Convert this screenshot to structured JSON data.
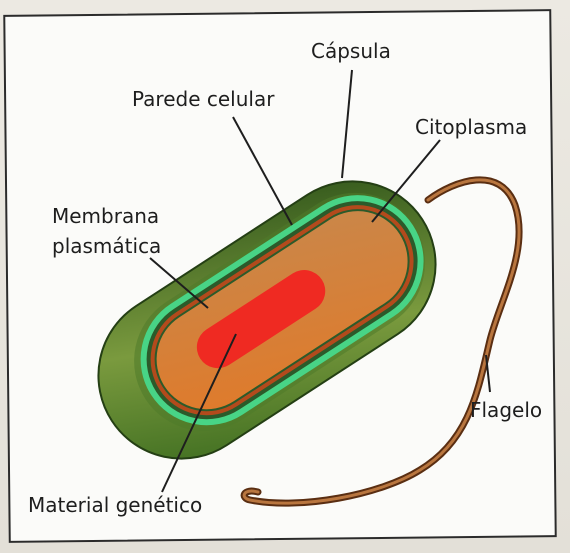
{
  "diagram": {
    "labels": {
      "capsula": "Cápsula",
      "parede": "Parede celular",
      "citoplasma": "Citoplasma",
      "membrana_1": "Membrana",
      "membrana_2": "plasmática",
      "flagelo": "Flagelo",
      "material": "Material genético"
    },
    "colors": {
      "capsule_dark": "#2f5a1c",
      "capsule_light": "#6f8f3a",
      "cell_wall": "#3ec37a",
      "cytoplasm": "#d9803a",
      "genetic_material": "#ef2a22",
      "flagellum": "#8a4a22"
    }
  }
}
